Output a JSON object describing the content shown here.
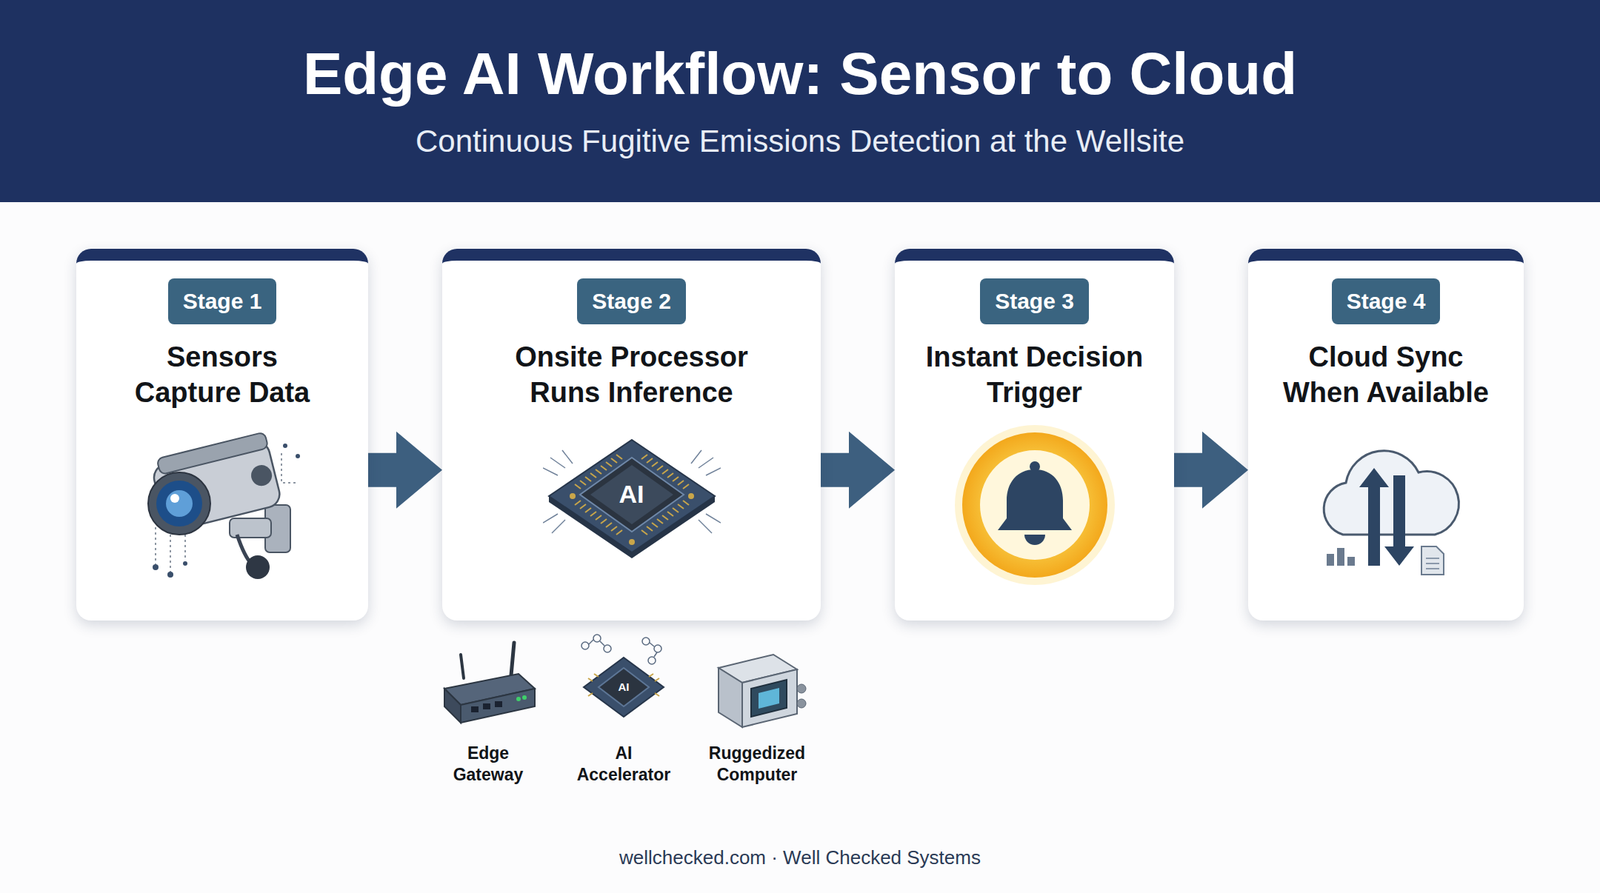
{
  "diagram": {
    "title": "Edge AI Workflow: Sensor to Cloud",
    "caption": "wellchecked.com · Well Checked Systems",
    "nodes": [
      {
        "text": [
          "Stage 1",
          "Sensors Capture Data"
        ]
      },
      {
        "text": [
          "Stage 2",
          "Onsite Processor Runs Inference"
        ]
      },
      {
        "text": [
          "Stage 3",
          "Instant Decision Trigger"
        ]
      },
      {
        "text": [
          "Stage 4",
          "Cloud Sync When Available"
        ]
      }
    ],
    "edges": [
      {
        "from": 0,
        "to": 1,
        "arrow": "to"
      },
      {
        "from": 1,
        "to": 2,
        "arrow": "to"
      },
      {
        "from": 2,
        "to": 3,
        "arrow": "to"
      }
    ],
    "labels": [
      "Continuous Fugitive Emissions Detection at the Wellsite",
      "AI",
      "Edge Gateway",
      "AI",
      "AI Accelerator",
      "Ruggedized Computer"
    ]
  }
}
